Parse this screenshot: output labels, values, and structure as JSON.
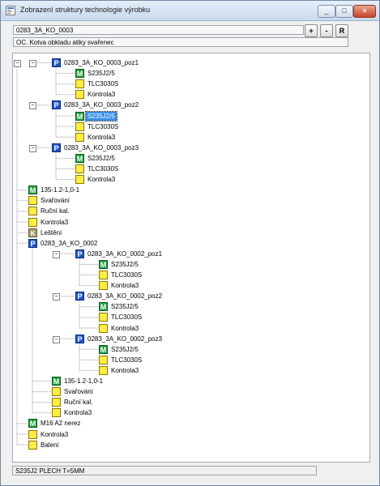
{
  "window": {
    "title": "Zobrazení struktury technologie výrobku",
    "caption_buttons": [
      "_",
      "□",
      "×"
    ]
  },
  "header": {
    "code": "0283_3A_KO_0003",
    "description": "OC. Kotva obkladu atiky svařenec",
    "buttons": [
      "+",
      "-",
      "R"
    ]
  },
  "tree": [
    {
      "level": 1,
      "icon": "P",
      "label": "0283_3A_KO_0003_poz1",
      "expander": "−"
    },
    {
      "level": 2,
      "icon": "M",
      "label": "S235J2/5"
    },
    {
      "level": 2,
      "icon": "Y",
      "label": "TLC3030S"
    },
    {
      "level": 2,
      "icon": "Y",
      "label": "Kontrola3"
    },
    {
      "level": 1,
      "icon": "P",
      "label": "0283_3A_KO_0003_poz2",
      "expander": "−"
    },
    {
      "level": 2,
      "icon": "M",
      "label": "S235J2/5",
      "selected": true
    },
    {
      "level": 2,
      "icon": "Y",
      "label": "TLC3030S"
    },
    {
      "level": 2,
      "icon": "Y",
      "label": "Kontrola3"
    },
    {
      "level": 1,
      "icon": "P",
      "label": "0283_3A_KO_0003_poz3",
      "expander": "−"
    },
    {
      "level": 2,
      "icon": "M",
      "label": "S235J2/5"
    },
    {
      "level": 2,
      "icon": "Y",
      "label": "TLC3030S"
    },
    {
      "level": 2,
      "icon": "Y",
      "label": "Kontrola3"
    },
    {
      "level": 0,
      "icon": "M",
      "label": "135-1.2-1,0-1"
    },
    {
      "level": 0,
      "icon": "Y",
      "label": "Svařování"
    },
    {
      "level": 0,
      "icon": "Y",
      "label": "Ruční kal."
    },
    {
      "level": 0,
      "icon": "Y",
      "label": "Kontrola3"
    },
    {
      "level": 0,
      "icon": "K",
      "label": "Leštění"
    },
    {
      "level": 0,
      "icon": "P",
      "label": "0283_3A_KO_0002"
    },
    {
      "level": 2,
      "icon": "P",
      "label": "0283_3A_KO_0002_poz1",
      "expander": "−"
    },
    {
      "level": 3,
      "icon": "M",
      "label": "S235J2/5"
    },
    {
      "level": 3,
      "icon": "Y",
      "label": "TLC3030S"
    },
    {
      "level": 3,
      "icon": "Y",
      "label": "Kontrola3"
    },
    {
      "level": 2,
      "icon": "P",
      "label": "0283_3A_KO_0002_poz2",
      "expander": "−"
    },
    {
      "level": 3,
      "icon": "M",
      "label": "S235J2/5"
    },
    {
      "level": 3,
      "icon": "Y",
      "label": "TLC3030S"
    },
    {
      "level": 3,
      "icon": "Y",
      "label": "Kontrola3"
    },
    {
      "level": 2,
      "icon": "P",
      "label": "0283_3A_KO_0002_poz3",
      "expander": "−"
    },
    {
      "level": 3,
      "icon": "M",
      "label": "S235J2/5"
    },
    {
      "level": 3,
      "icon": "Y",
      "label": "TLC3030S"
    },
    {
      "level": 3,
      "icon": "Y",
      "label": "Kontrola3"
    },
    {
      "level": 1,
      "icon": "M",
      "label": "135-1.2-1,0-1"
    },
    {
      "level": 1,
      "icon": "Y",
      "label": "Svařování"
    },
    {
      "level": 1,
      "icon": "Y",
      "label": "Ruční kal."
    },
    {
      "level": 1,
      "icon": "Y",
      "label": "Kontrola3"
    },
    {
      "level": 0,
      "icon": "M",
      "label": "M16 A2 nerez"
    },
    {
      "level": 0,
      "icon": "Y",
      "label": "Kontrola3"
    },
    {
      "level": 0,
      "icon": "Y",
      "label": "Balení"
    }
  ],
  "status": {
    "text": "S235J2 PLECH T=5MM"
  },
  "colors": {
    "icon_P": "#1f54c4",
    "icon_M": "#1e9e3c",
    "icon_Y": "#ffec45",
    "icon_K": "#a99a70",
    "selection": "#3a8ee6"
  }
}
